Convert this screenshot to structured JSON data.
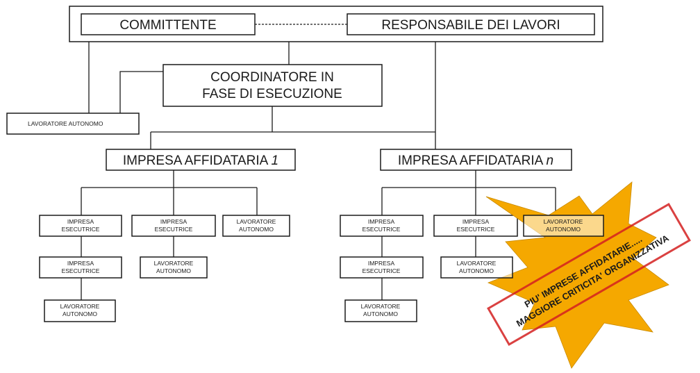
{
  "top": {
    "committente": "COMMITTENTE",
    "responsabile": "RESPONSABILE DEI LAVORI"
  },
  "coordinatore": {
    "line1": "COORDINATORE IN",
    "line2": "FASE DI ESECUZIONE"
  },
  "lavoratore_autonomo_top": "LAVORATORE AUTONOMO",
  "affidataria_1": {
    "label": "IMPRESA AFFIDATARIA",
    "index": "1"
  },
  "affidataria_n": {
    "label": "IMPRESA AFFIDATARIA",
    "index": "n"
  },
  "labels": {
    "impresa": "IMPRESA",
    "esecutrice": "ESECUTRICE",
    "lavoratore": "LAVORATORE",
    "autonomo": "AUTONOMO"
  },
  "stamp": {
    "line1": "PIU' IMPRESE AFFIDATARIE.....",
    "line2": "MAGGIORE CRITICITA' ORGANIZZATIVA",
    "star_color": "#f5a800",
    "border_color": "#d42020"
  },
  "colors": {
    "line": "#1a1a1a",
    "background": "#ffffff"
  }
}
